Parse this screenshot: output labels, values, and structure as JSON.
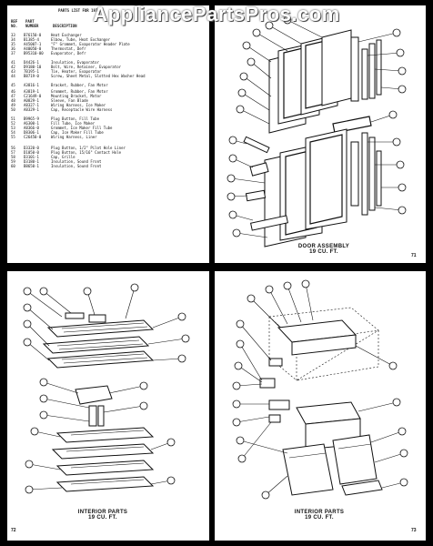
{
  "watermark": "AppliancePartsPros.com",
  "parts_list": {
    "title": "PARTS LIST FOR 1971",
    "col_ref": "REF NO.",
    "col_part": "PART NUMBER",
    "col_desc": "DESCRIPTION",
    "rows": [
      {
        "ref": "33",
        "part": "B76150-0",
        "desc": "Heat Exchanger"
      },
      {
        "ref": "34",
        "part": "B1385-4",
        "desc": "Elbow, Tube, Heat Exchanger"
      },
      {
        "ref": "35",
        "part": "A45007-1",
        "desc": "\"F\" Grommet, Evaporator Header Plate"
      },
      {
        "ref": "36",
        "part": "A40050-0",
        "desc": "Thermostat, Defr"
      },
      {
        "ref": "37",
        "part": "B95310-00",
        "desc": "Evaporator, Defr"
      },
      {
        "ref": "41",
        "part": "D4426-1",
        "desc": "Insulation, Evaporator"
      },
      {
        "ref": "42",
        "part": "D9180-10",
        "desc": "Bolt, Wire, Retainer, Evaporator"
      },
      {
        "ref": "43",
        "part": "7B195-1",
        "desc": "Tie, Heater, Evaporator"
      },
      {
        "ref": "44",
        "part": "B8719-0",
        "desc": "Screw, Sheet Metal, Slotted Hex Washer Head"
      },
      {
        "ref": "45",
        "part": "A3816-1",
        "desc": "Bracket, Rubber, Fan Motor"
      },
      {
        "ref": "46",
        "part": "A3819-1",
        "desc": "Grommet, Rubber, Fan Motor"
      },
      {
        "ref": "47",
        "part": "C21649-0",
        "desc": "Mounting Bracket, Motor"
      },
      {
        "ref": "48",
        "part": "A0829-1",
        "desc": "Sleeve, Fan Blade"
      },
      {
        "ref": "49",
        "part": "A8327-1",
        "desc": "Wiring Harness, Ice Maker"
      },
      {
        "ref": "50",
        "part": "A8329-1",
        "desc": "Cap, Receptacle Wire Harness"
      },
      {
        "ref": "51",
        "part": "B9965-9",
        "desc": "Plug Button, Fill Tube"
      },
      {
        "ref": "52",
        "part": "A6300-1",
        "desc": "Fill Tube, Ice Maker"
      },
      {
        "ref": "53",
        "part": "A8366-0",
        "desc": "Grommet, Ice Maker Fill Tube"
      },
      {
        "ref": "54",
        "part": "D8306-1",
        "desc": "Cap, Ice Maker Fill Tube"
      },
      {
        "ref": "55",
        "part": "C26450-0",
        "desc": "Wiring Harness, Liner"
      },
      {
        "ref": "56",
        "part": "D3320-0",
        "desc": "Plug Button, 1/2\" Pilot Hole Liner"
      },
      {
        "ref": "57",
        "part": "D1050-0",
        "desc": "Plug Button, 15/16\" Contact Hole"
      },
      {
        "ref": "58",
        "part": "D3101-1",
        "desc": "Cap, Grille"
      },
      {
        "ref": "59",
        "part": "D3180-1",
        "desc": "Insulation, Sound Front"
      },
      {
        "ref": "60",
        "part": "B8650-1",
        "desc": "Insulation, Sound Front"
      }
    ]
  },
  "door_assembly": {
    "caption_line1": "DOOR ASSEMBLY",
    "caption_line2": "19 CU. FT.",
    "page": "71"
  },
  "interior_parts_left": {
    "caption_line1": "INTERIOR PARTS",
    "caption_line2": "19 CU. FT.",
    "page": "72"
  },
  "interior_parts_right": {
    "caption_line1": "INTERIOR PARTS",
    "caption_line2": "19 CU. FT.",
    "page": "73"
  }
}
